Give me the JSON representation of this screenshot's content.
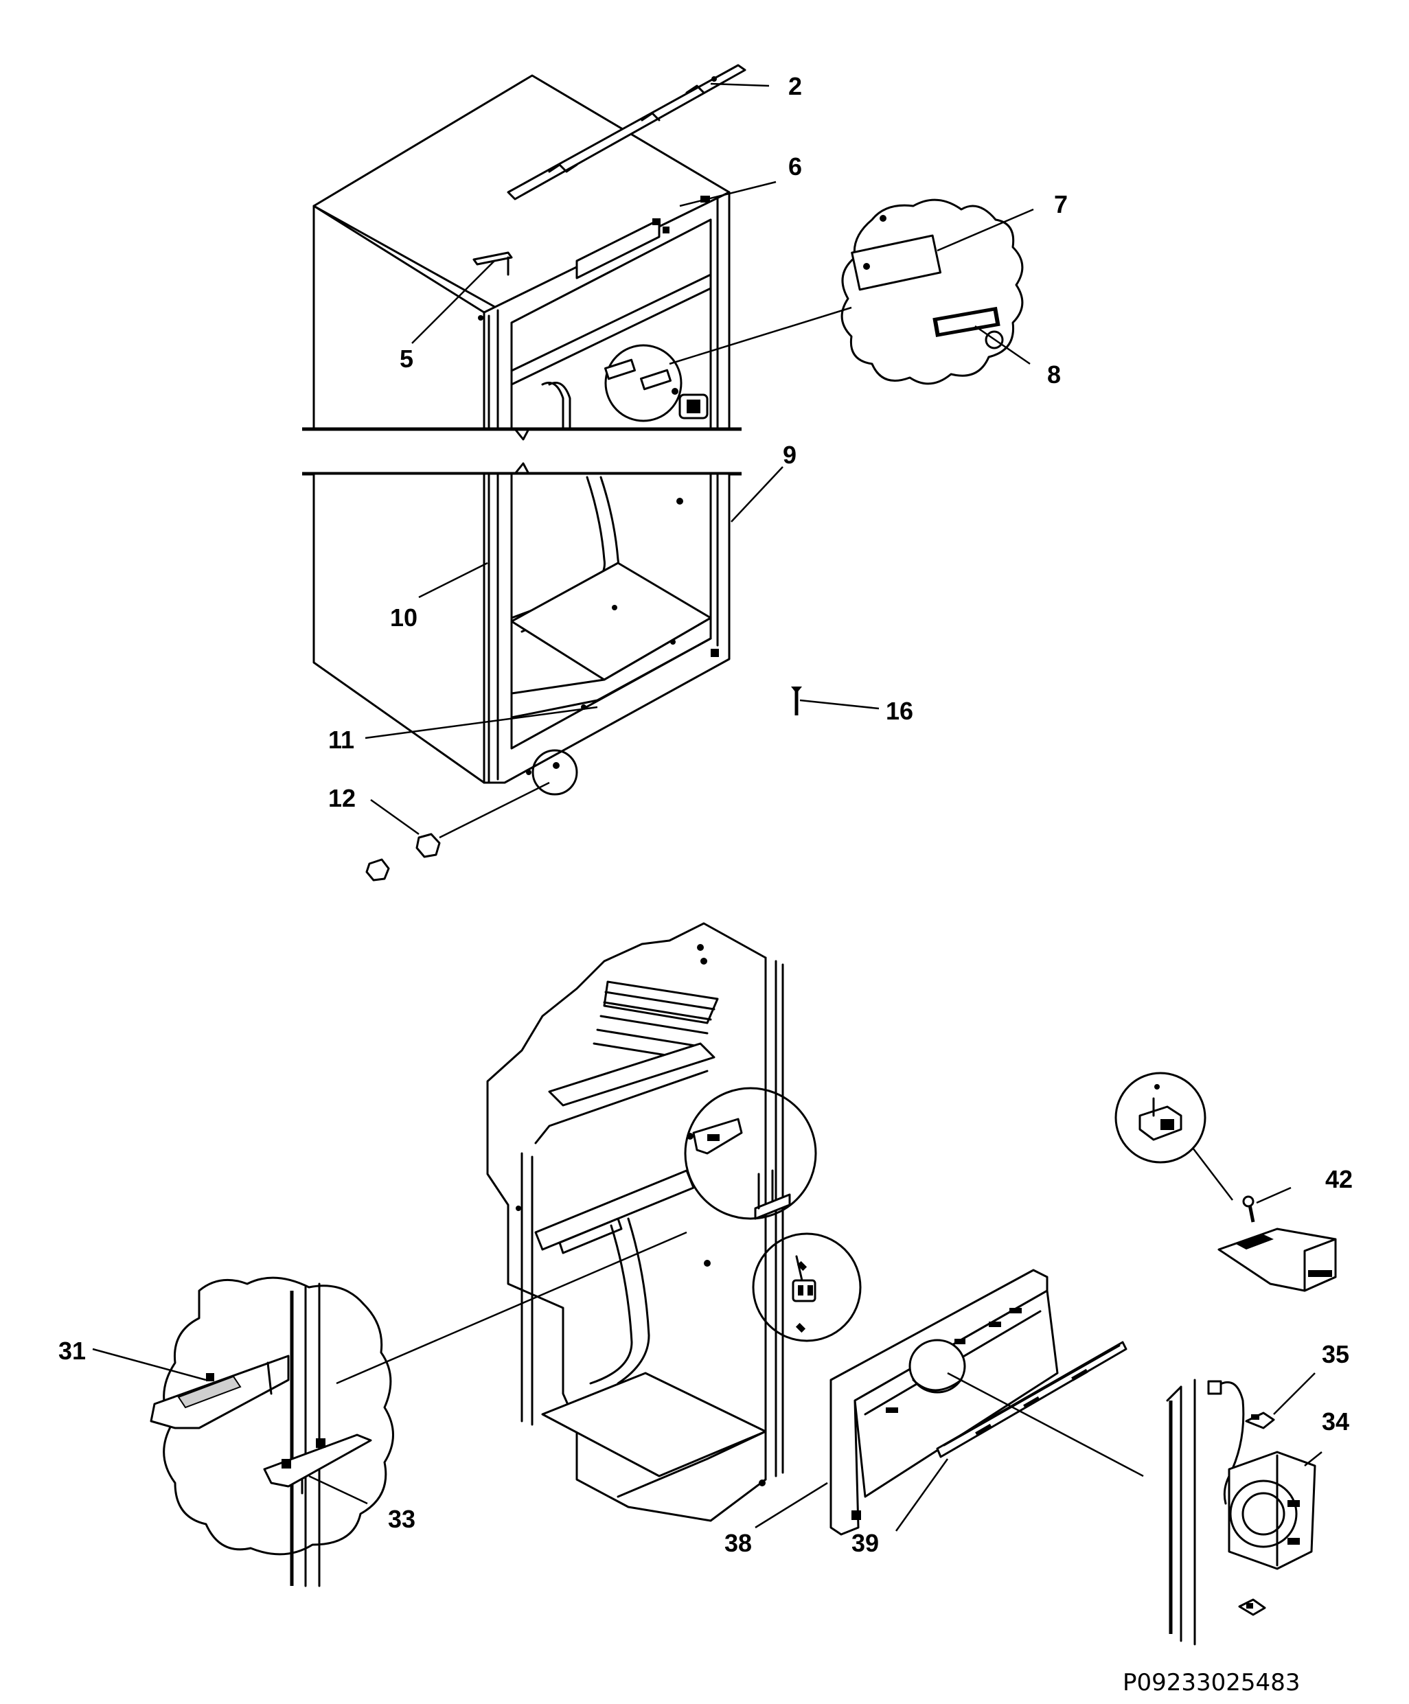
{
  "callouts": [
    {
      "id": "c2",
      "text": "2"
    },
    {
      "id": "c5",
      "text": "5"
    },
    {
      "id": "c6",
      "text": "6"
    },
    {
      "id": "c7",
      "text": "7"
    },
    {
      "id": "c8",
      "text": "8"
    },
    {
      "id": "c9",
      "text": "9"
    },
    {
      "id": "c10",
      "text": "10"
    },
    {
      "id": "c11",
      "text": "11"
    },
    {
      "id": "c12",
      "text": "12"
    },
    {
      "id": "c16",
      "text": "16"
    },
    {
      "id": "c31",
      "text": "31"
    },
    {
      "id": "c33",
      "text": "33"
    },
    {
      "id": "c34",
      "text": "34"
    },
    {
      "id": "c35",
      "text": "35"
    },
    {
      "id": "c38",
      "text": "38"
    },
    {
      "id": "c39",
      "text": "39"
    },
    {
      "id": "c42",
      "text": "42"
    }
  ],
  "drawing_code": "P09233025483"
}
